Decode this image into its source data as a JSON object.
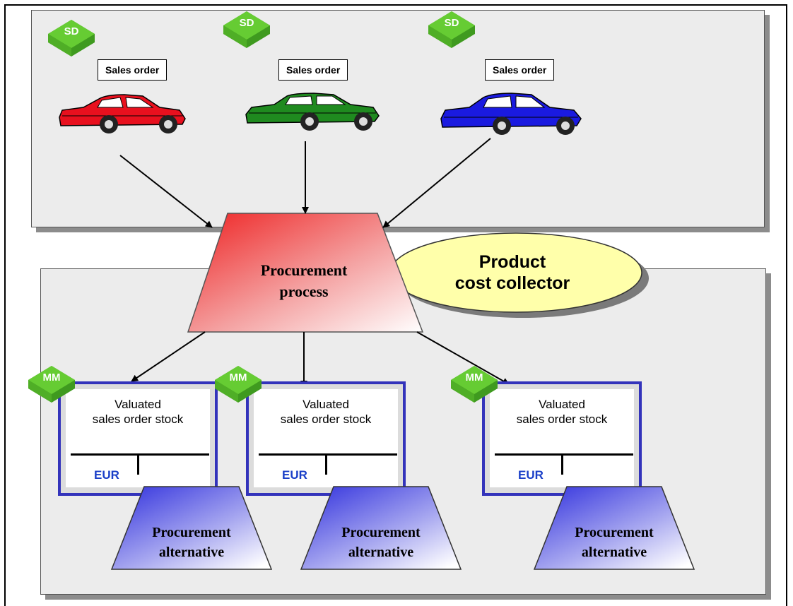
{
  "sales_orders": [
    {
      "badge": "SD",
      "label": "Sales order",
      "car_color": "#e8101e"
    },
    {
      "badge": "SD",
      "label": "Sales order",
      "car_color": "#1f8a1f"
    },
    {
      "badge": "SD",
      "label": "Sales order",
      "car_color": "#1a1ae0"
    }
  ],
  "procurement_process": {
    "line1": "Procurement",
    "line2": "process"
  },
  "cost_collector": {
    "line1": "Product",
    "line2": "cost collector"
  },
  "stocks": [
    {
      "badge": "MM",
      "title_line1": "Valuated",
      "title_line2": "sales order stock",
      "currency": "EUR",
      "alt_line1": "Procurement",
      "alt_line2": "alternative"
    },
    {
      "badge": "MM",
      "title_line1": "Valuated",
      "title_line2": "sales order stock",
      "currency": "EUR",
      "alt_line1": "Procurement",
      "alt_line2": "alternative"
    },
    {
      "badge": "MM",
      "title_line1": "Valuated",
      "title_line2": "sales order stock",
      "currency": "EUR",
      "alt_line1": "Procurement",
      "alt_line2": "alternative"
    }
  ],
  "colors": {
    "badge_green": "#66cc33",
    "process_red": "#ee3333",
    "collector_yellow": "#ffffaa",
    "stock_border": "#3333bb",
    "currency_blue": "#1a3fc8",
    "alternative_blue": "#3333dd"
  }
}
